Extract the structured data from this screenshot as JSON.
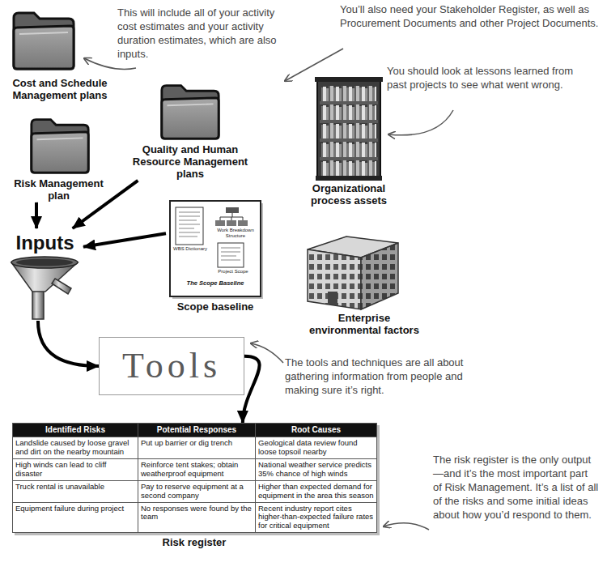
{
  "diagram": {
    "nodes": [
      {
        "text": [
          "Cost and Schedule Management plans"
        ]
      },
      {
        "text": [
          "Quality and Human Resource Management plans"
        ]
      },
      {
        "text": [
          "Organizational process assets"
        ]
      },
      {
        "text": [
          "Risk Management plan"
        ]
      },
      {
        "text": [
          "Inputs"
        ]
      },
      {
        "text": [
          "WBS Dictionary",
          "Work Breakdown Structure",
          "Project Scope",
          "The Scope Baseline",
          "Scope baseline"
        ]
      },
      {
        "text": [
          "Enterprise environmental factors"
        ]
      },
      {
        "text": [
          "Tools"
        ]
      },
      {
        "text": [
          "Identified Risks",
          "Potential Responses",
          "Root Causes",
          "Landslide caused by loose gravel and dirt on the nearby mountain",
          "Put up barrier or dig trench",
          "Geological data review found loose topsoil nearby",
          "High winds can lead to cliff disaster",
          "Reinforce tent stakes; obtain weatherproof equipment",
          "National weather service predicts 35% chance of high winds",
          "Truck rental is unavailable",
          "Pay to reserve equipment at a second company",
          "Higher than expected demand for equipment in the area this season",
          "Equipment failure during project",
          "No responses were found by the team",
          "Recent industry report cites higher-than-expected failure rates for critical equipment",
          "Risk register"
        ]
      }
    ],
    "edges": [
      {
        "from": 3,
        "to": 4,
        "arrow": "to"
      },
      {
        "from": 1,
        "to": 4,
        "arrow": "to"
      },
      {
        "from": 5,
        "to": 4,
        "arrow": "to"
      },
      {
        "from": 4,
        "to": 7,
        "arrow": "to"
      },
      {
        "from": 7,
        "to": 8,
        "arrow": "to"
      }
    ],
    "labels": [
      "This will include all of your activity cost estimates and your activity duration estimates, which are also inputs.",
      "You’ll also need your Stakeholder Register, as well as Procurement Documents and other Project Documents.",
      "You should look at lessons learned from past projects to see what went wrong.",
      "The tools and techniques are all about gathering information from people and making sure it’s right.",
      "The risk register is the only output—and it’s the most important part of Risk Management. It’s a list of all of the risks and some initial ideas about how you’d respond to them."
    ]
  }
}
